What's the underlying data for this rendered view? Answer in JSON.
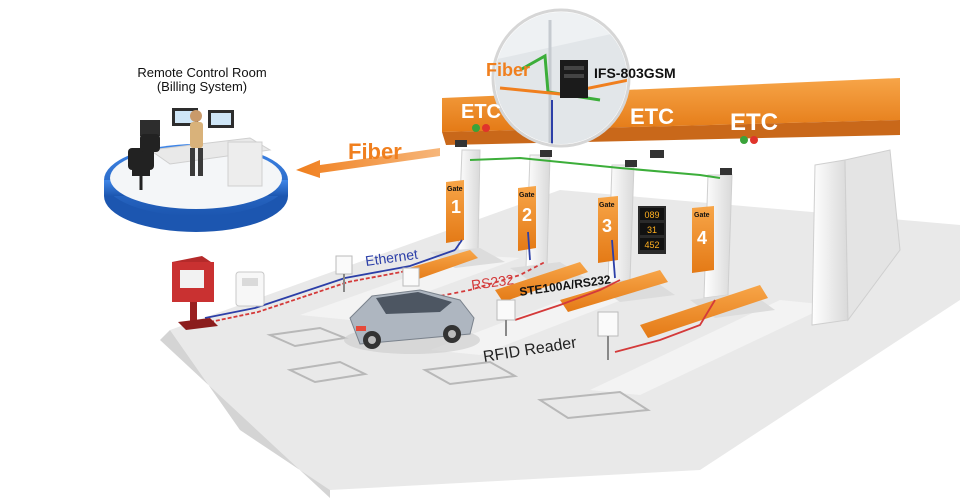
{
  "control_room": {
    "title": "Remote Control Room",
    "subtitle": "(Billing System)"
  },
  "links": {
    "fiber_main": "Fiber",
    "fiber_callout": "Fiber",
    "ethernet": "Ethernet",
    "rs232": "RS232",
    "converter": "STE100A/RS232",
    "rfid": "RFID Reader"
  },
  "switch": {
    "model": "IFS-803GSM"
  },
  "gantry": {
    "signs": [
      "ETC",
      "ETC",
      "ETC"
    ],
    "gates": [
      {
        "word": "Gate",
        "number": "1"
      },
      {
        "word": "Gate",
        "number": "2"
      },
      {
        "word": "Gate",
        "number": "3"
      },
      {
        "word": "Gate",
        "number": "4"
      }
    ],
    "price_display": [
      "089",
      "31",
      "452"
    ]
  },
  "colors": {
    "gantry_orange": "#f08c2a",
    "platform_blue": "#2f6fd0",
    "fiber_orange": "#f07f1e",
    "ethernet_blue": "#2c3fa8",
    "rs232_red": "#d43a3a",
    "road_gray": "#e6e6e6"
  }
}
